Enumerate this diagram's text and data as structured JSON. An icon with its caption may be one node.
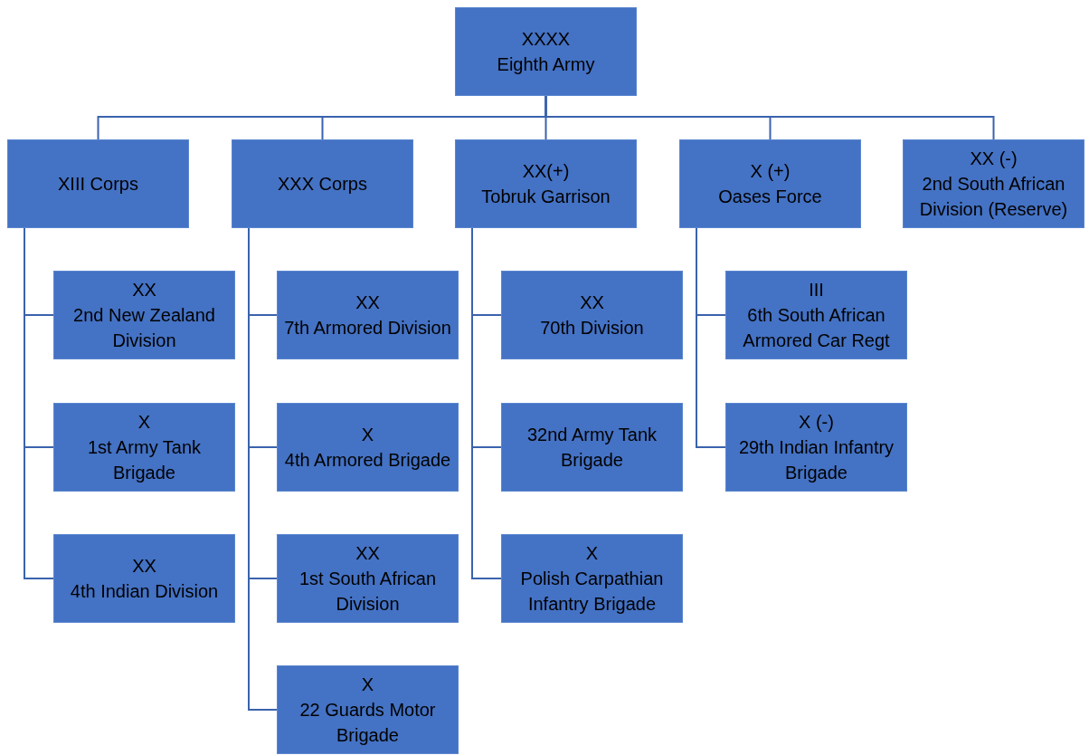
{
  "diagram": {
    "nodes": [
      {
        "text": [
          "XXXX",
          "Eighth Army"
        ]
      },
      {
        "text": [
          "XIII Corps"
        ]
      },
      {
        "text": [
          "XXX Corps"
        ]
      },
      {
        "text": [
          "XX(+)",
          "Tobruk Garrison"
        ]
      },
      {
        "text": [
          "X (+)",
          "Oases Force"
        ]
      },
      {
        "text": [
          "XX (-)",
          "2nd South African Division (Reserve)"
        ]
      },
      {
        "text": [
          "XX",
          "2nd New Zealand Division"
        ]
      },
      {
        "text": [
          "X",
          "1st Army Tank Brigade"
        ]
      },
      {
        "text": [
          "XX",
          "4th Indian Division"
        ]
      },
      {
        "text": [
          "XX",
          "7th Armored Division"
        ]
      },
      {
        "text": [
          "X",
          "4th Armored Brigade"
        ]
      },
      {
        "text": [
          "XX",
          "1st South African Division"
        ]
      },
      {
        "text": [
          "X",
          "22 Guards Motor Brigade"
        ]
      },
      {
        "text": [
          "XX",
          "70th Division"
        ]
      },
      {
        "text": [
          "32nd Army Tank Brigade"
        ]
      },
      {
        "text": [
          "X",
          "Polish Carpathian Infantry Brigade"
        ]
      },
      {
        "text": [
          "III",
          "6th South African Armored Car Regt"
        ]
      },
      {
        "text": [
          "X (-)",
          "29th Indian Infantry Brigade"
        ]
      }
    ],
    "edges": [
      {
        "from": 0,
        "to": 1,
        "arrow": "none"
      },
      {
        "from": 0,
        "to": 2,
        "arrow": "none"
      },
      {
        "from": 0,
        "to": 3,
        "arrow": "none"
      },
      {
        "from": 0,
        "to": 4,
        "arrow": "none"
      },
      {
        "from": 0,
        "to": 5,
        "arrow": "none"
      },
      {
        "from": 1,
        "to": 6,
        "arrow": "none"
      },
      {
        "from": 1,
        "to": 7,
        "arrow": "none"
      },
      {
        "from": 1,
        "to": 8,
        "arrow": "none"
      },
      {
        "from": 2,
        "to": 9,
        "arrow": "none"
      },
      {
        "from": 2,
        "to": 10,
        "arrow": "none"
      },
      {
        "from": 2,
        "to": 11,
        "arrow": "none"
      },
      {
        "from": 2,
        "to": 12,
        "arrow": "none"
      },
      {
        "from": 3,
        "to": 13,
        "arrow": "none"
      },
      {
        "from": 3,
        "to": 14,
        "arrow": "none"
      },
      {
        "from": 3,
        "to": 15,
        "arrow": "none"
      },
      {
        "from": 4,
        "to": 16,
        "arrow": "none"
      },
      {
        "from": 4,
        "to": 17,
        "arrow": "none"
      }
    ]
  }
}
